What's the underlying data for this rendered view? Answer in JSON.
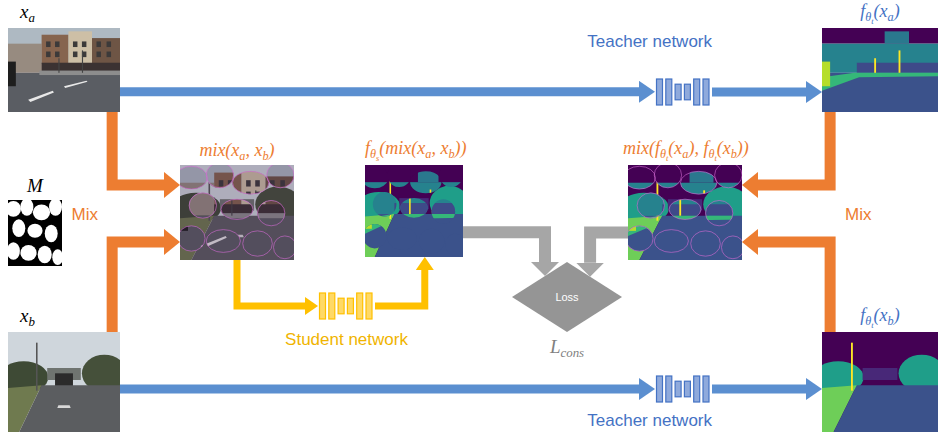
{
  "diagram": {
    "nodes": [
      {
        "text": [
          "xa"
        ]
      },
      {
        "text": [
          "Teacher network"
        ]
      },
      {
        "text": [
          "fθt(xa)"
        ]
      },
      {
        "text": [
          "M"
        ]
      },
      {
        "text": [
          "mix(xa, xb)"
        ]
      },
      {
        "text": [
          "fθs(mix(xa, xb))"
        ]
      },
      {
        "text": [
          "Loss",
          "Lcons"
        ]
      },
      {
        "text": [
          "mix(fθt(xa), fθt(xb))"
        ]
      },
      {
        "text": [
          "Student network"
        ]
      },
      {
        "text": [
          "xb"
        ]
      },
      {
        "text": [
          "Teacher network"
        ]
      },
      {
        "text": [
          "fθt(xb)"
        ]
      }
    ],
    "edges": [
      {
        "from": 0,
        "to": 1,
        "arrow": "to"
      },
      {
        "from": 1,
        "to": 2,
        "arrow": "to"
      },
      {
        "from": 0,
        "to": 4,
        "label": "Mix",
        "arrow": "to"
      },
      {
        "from": 9,
        "to": 4,
        "arrow": "to"
      },
      {
        "from": 2,
        "to": 7,
        "label": "Mix",
        "arrow": "to"
      },
      {
        "from": 11,
        "to": 7,
        "arrow": "to"
      },
      {
        "from": 4,
        "to": 8,
        "arrow": "to"
      },
      {
        "from": 8,
        "to": 5,
        "arrow": "to"
      },
      {
        "from": 5,
        "to": 6,
        "arrow": "to"
      },
      {
        "from": 7,
        "to": 6,
        "arrow": "to"
      },
      {
        "from": 9,
        "to": 10,
        "arrow": "to"
      },
      {
        "from": 10,
        "to": 11,
        "arrow": "to"
      }
    ]
  }
}
